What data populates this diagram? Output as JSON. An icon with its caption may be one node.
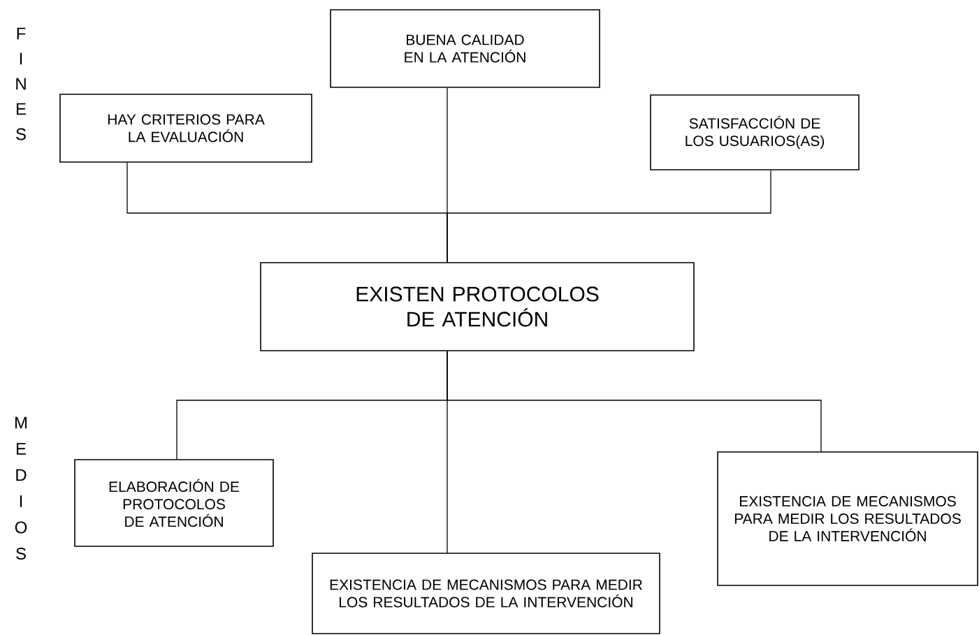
{
  "diagram": {
    "nodes": [
      {
        "text": [
          "BUENA CALIDAD EN LA ATENCIÓN"
        ]
      },
      {
        "text": [
          "HAY CRITERIOS PARA LA EVALUACIÓN"
        ]
      },
      {
        "text": [
          "SATISFACCIÓN DE LOS USUARIOS(AS)"
        ]
      },
      {
        "text": [
          "EXISTEN PROTOCOLOS DE ATENCIÓN"
        ]
      },
      {
        "text": [
          "ELABORACIÓN DE PROTOCOLOS DE ATENCIÓN"
        ]
      },
      {
        "text": [
          "EXISTENCIA DE MECANISMOS PARA MEDIR LOS RESULTADOS DE LA INTERVENCIÓN"
        ]
      },
      {
        "text": [
          "EXISTENCIA DE MECANISMOS PARA MEDIR LOS RESULTADOS DE LA INTERVENCIÓN"
        ]
      }
    ],
    "edges": [
      {
        "from": 0,
        "to": 3,
        "arrow": "none"
      },
      {
        "from": 1,
        "to": 3,
        "arrow": "none"
      },
      {
        "from": 2,
        "to": 3,
        "arrow": "none"
      },
      {
        "from": 3,
        "to": 4,
        "arrow": "none"
      },
      {
        "from": 3,
        "to": 5,
        "arrow": "none"
      },
      {
        "from": 3,
        "to": 6,
        "arrow": "none"
      }
    ],
    "labels": [
      "F",
      "I",
      "N",
      "E",
      "S",
      "M",
      "E",
      "D",
      "I",
      "O",
      "S"
    ]
  }
}
